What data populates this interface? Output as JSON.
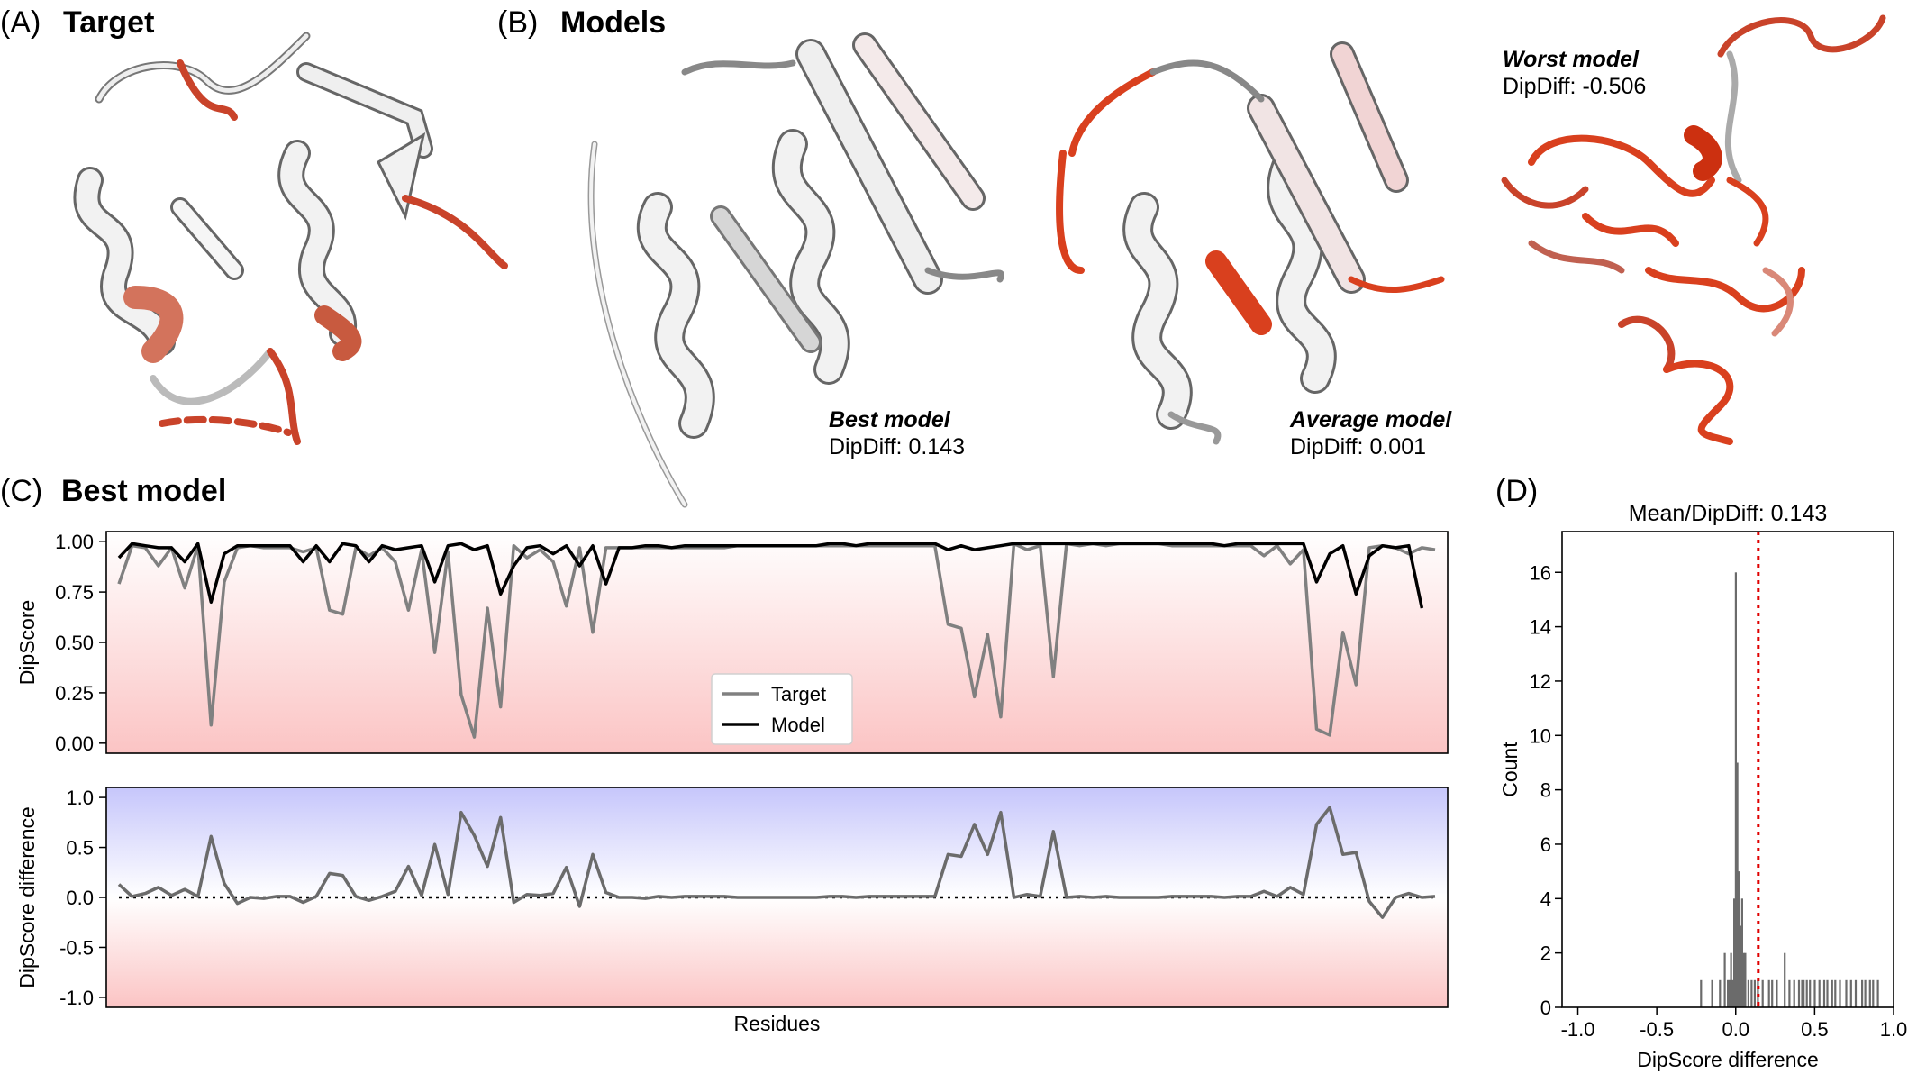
{
  "panels": {
    "a": {
      "letter": "(A)",
      "title": "Target"
    },
    "b": {
      "letter": "(B)",
      "title": "Models"
    },
    "c": {
      "letter": "(C)",
      "title": "Best model"
    },
    "d": {
      "letter": "(D)"
    }
  },
  "models": {
    "best": {
      "name": "Best model",
      "score": "DipDiff: 0.143"
    },
    "average": {
      "name": "Average model",
      "score": "DipDiff: 0.001"
    },
    "worst": {
      "name": "Worst model",
      "score": "DipDiff: -0.506"
    }
  },
  "colors": {
    "target_line": "#808080",
    "model_line": "#000000",
    "diff_line": "#6b6b6b",
    "hist_bar": "#6b6b6b",
    "mean_line": "#e00000",
    "cartoon_white": "#f2f2f2",
    "cartoon_red": "#d9401e"
  },
  "chart_data": [
    {
      "type": "line",
      "panel": "C-top",
      "xlabel": "",
      "ylabel": "DipScore",
      "ylim": [
        -0.05,
        1.05
      ],
      "yticks": [
        "0.00",
        "0.25",
        "0.50",
        "0.75",
        "1.00"
      ],
      "legend": {
        "placement": "lower-center",
        "entries": [
          "Target",
          "Model"
        ]
      },
      "series": [
        {
          "name": "Target",
          "values": [
            0.79,
            0.98,
            0.97,
            0.88,
            0.97,
            0.77,
            0.98,
            0.09,
            0.8,
            0.97,
            0.98,
            0.97,
            0.97,
            0.97,
            0.95,
            0.97,
            0.66,
            0.64,
            0.97,
            0.93,
            0.97,
            0.9,
            0.66,
            0.96,
            0.45,
            0.95,
            0.24,
            0.03,
            0.67,
            0.18,
            0.98,
            0.92,
            0.96,
            0.9,
            0.68,
            0.97,
            0.55,
            0.97,
            0.97,
            0.97,
            0.97,
            0.97,
            0.97,
            0.97,
            0.97,
            0.97,
            0.97,
            0.98,
            0.98,
            0.98,
            0.98,
            0.98,
            0.98,
            0.98,
            0.98,
            0.98,
            0.98,
            0.98,
            0.98,
            0.98,
            0.98,
            0.98,
            0.98,
            0.59,
            0.57,
            0.23,
            0.54,
            0.13,
            0.99,
            0.96,
            0.98,
            0.33,
            0.99,
            0.98,
            0.99,
            0.98,
            0.99,
            0.99,
            0.99,
            0.99,
            0.98,
            0.98,
            0.98,
            0.98,
            0.98,
            0.98,
            0.98,
            0.93,
            0.98,
            0.89,
            0.96,
            0.07,
            0.04,
            0.55,
            0.29,
            0.97,
            0.98,
            0.97,
            0.94,
            0.97,
            0.96
          ]
        },
        {
          "name": "Model",
          "values": [
            0.92,
            0.99,
            0.98,
            0.97,
            0.97,
            0.9,
            0.99,
            0.7,
            0.94,
            0.98,
            0.98,
            0.98,
            0.98,
            0.98,
            0.9,
            0.98,
            0.9,
            0.99,
            0.98,
            0.9,
            0.98,
            0.96,
            0.97,
            0.98,
            0.8,
            0.98,
            0.99,
            0.96,
            0.98,
            0.74,
            0.88,
            0.97,
            0.98,
            0.94,
            0.98,
            0.88,
            0.98,
            0.79,
            0.97,
            0.97,
            0.98,
            0.98,
            0.97,
            0.98,
            0.98,
            0.98,
            0.98,
            0.98,
            0.98,
            0.98,
            0.98,
            0.98,
            0.98,
            0.98,
            0.99,
            0.99,
            0.98,
            0.99,
            0.99,
            0.99,
            0.99,
            0.99,
            0.99,
            0.96,
            0.98,
            0.96,
            0.97,
            0.98,
            0.99,
            0.99,
            0.99,
            0.99,
            0.99,
            0.99,
            0.99,
            0.99,
            0.99,
            0.99,
            0.99,
            0.99,
            0.99,
            0.99,
            0.99,
            0.99,
            0.98,
            0.99,
            0.99,
            0.99,
            0.99,
            0.99,
            0.99,
            0.8,
            0.94,
            0.98,
            0.74,
            0.93,
            0.98,
            0.97,
            0.98,
            0.67
          ]
        }
      ]
    },
    {
      "type": "line",
      "panel": "C-bottom",
      "xlabel": "Residues",
      "ylabel": "DipScore difference",
      "ylim": [
        -1.1,
        1.1
      ],
      "yticks": [
        "-1.0",
        "-0.5",
        "0.0",
        "0.5",
        "1.0"
      ],
      "reference_line": 0.0,
      "series": [
        {
          "values": [
            0.13,
            0.01,
            0.04,
            0.1,
            0.02,
            0.08,
            0.01,
            0.61,
            0.14,
            -0.06,
            0.0,
            -0.01,
            0.01,
            0.01,
            -0.05,
            0.01,
            0.24,
            0.22,
            0.01,
            -0.03,
            0.01,
            0.06,
            0.31,
            0.02,
            0.53,
            0.03,
            0.85,
            0.62,
            0.31,
            0.8,
            -0.05,
            0.03,
            0.02,
            0.04,
            0.3,
            -0.09,
            0.43,
            0.05,
            0.0,
            0.0,
            -0.01,
            0.01,
            0.0,
            0.01,
            0.01,
            0.01,
            0.01,
            0.0,
            0.0,
            0.0,
            0.0,
            0.0,
            0.0,
            0.0,
            0.01,
            0.01,
            0.0,
            0.01,
            0.01,
            0.01,
            0.01,
            0.01,
            0.01,
            0.43,
            0.41,
            0.73,
            0.43,
            0.85,
            0.0,
            0.03,
            0.01,
            0.66,
            0.0,
            0.01,
            0.0,
            0.01,
            0.0,
            0.0,
            0.0,
            0.0,
            0.01,
            0.01,
            0.01,
            0.01,
            0.0,
            0.01,
            0.01,
            0.06,
            0.01,
            0.1,
            0.03,
            0.73,
            0.9,
            0.43,
            0.45,
            -0.04,
            -0.2,
            0.0,
            0.04,
            0.0,
            0.01
          ]
        }
      ]
    },
    {
      "type": "bar",
      "panel": "D",
      "title": "Mean/DipDiff: 0.143",
      "xlabel": "DipScore difference",
      "ylabel": "Count",
      "xlim": [
        -1.1,
        1.0
      ],
      "ylim": [
        0,
        17.5
      ],
      "xticks": [
        "-1.0",
        "-0.5",
        "0.0",
        "0.5",
        "1.0"
      ],
      "yticks": [
        "0",
        "2",
        "4",
        "6",
        "8",
        "10",
        "12",
        "14",
        "16"
      ],
      "mean": 0.143,
      "bins": [
        -0.22,
        -0.15,
        -0.1,
        -0.07,
        -0.05,
        -0.04,
        -0.03,
        -0.02,
        -0.01,
        0.0,
        0.01,
        0.02,
        0.03,
        0.04,
        0.05,
        0.06,
        0.08,
        0.1,
        0.12,
        0.14,
        0.17,
        0.21,
        0.23,
        0.26,
        0.31,
        0.34,
        0.37,
        0.4,
        0.42,
        0.43,
        0.45,
        0.47,
        0.5,
        0.53,
        0.56,
        0.58,
        0.61,
        0.63,
        0.66,
        0.7,
        0.73,
        0.76,
        0.8,
        0.82,
        0.85,
        0.87,
        0.9
      ],
      "counts": [
        1,
        1,
        1,
        2,
        1,
        1,
        2,
        1,
        4,
        16,
        9,
        5,
        3,
        4,
        2,
        2,
        1,
        1,
        1,
        1,
        1,
        1,
        1,
        1,
        2,
        1,
        1,
        1,
        1,
        1,
        1,
        1,
        1,
        1,
        1,
        1,
        1,
        1,
        1,
        1,
        1,
        1,
        1,
        1,
        1,
        1,
        1
      ]
    }
  ]
}
